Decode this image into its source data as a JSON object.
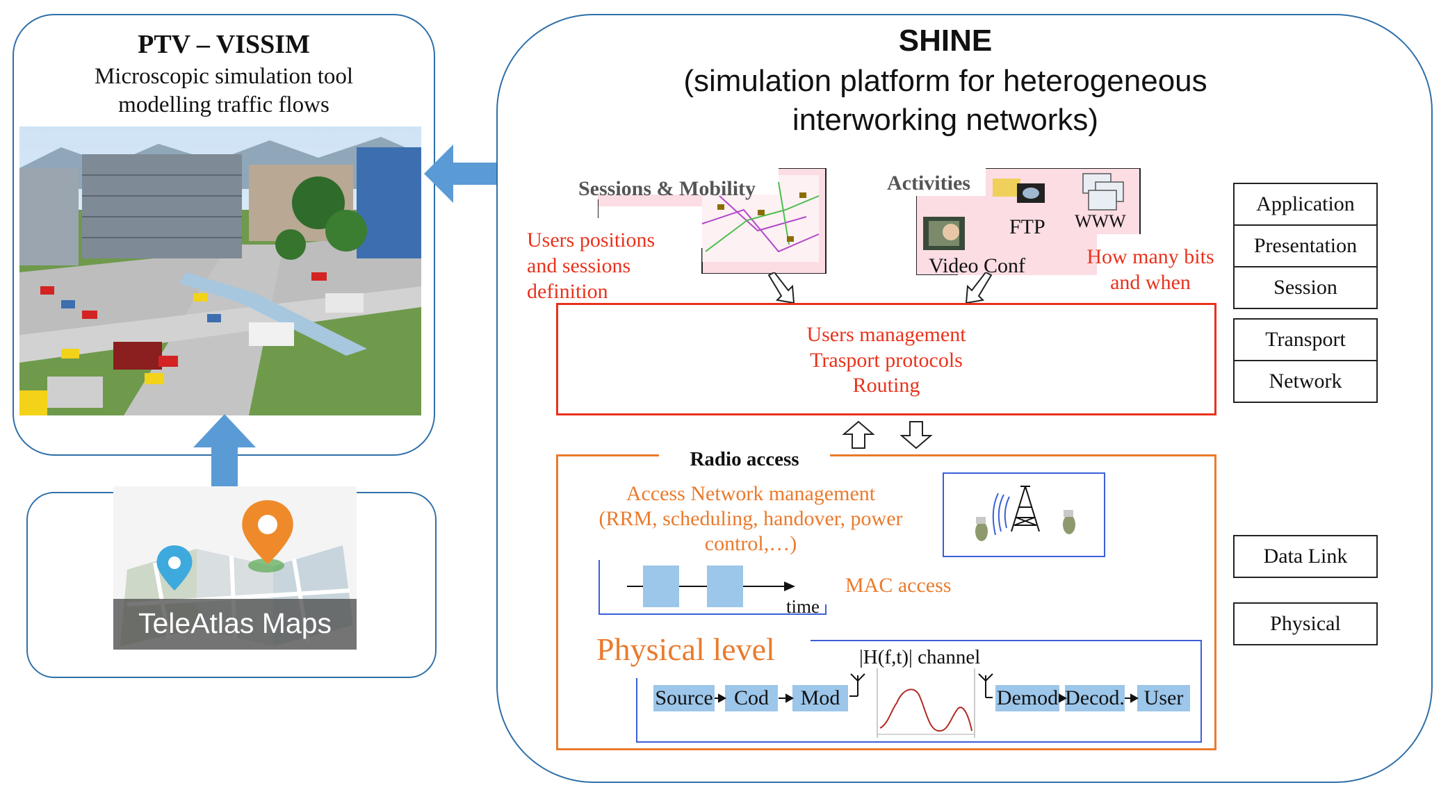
{
  "left_panel": {
    "title": "PTV – VISSIM",
    "subtitle_line1": "Microscopic  simulation tool",
    "subtitle_line2": "modelling traffic flows"
  },
  "maps": {
    "label": "TeleAtlas  Maps"
  },
  "shine": {
    "title": "SHINE",
    "subtitle_line1": "(simulation platform for heterogeneous",
    "subtitle_line2": "interworking networks)"
  },
  "sessions": {
    "label": "Sessions & Mobility",
    "note_line1": "Users positions",
    "note_line2": "and sessions",
    "note_line3": "definition"
  },
  "activities": {
    "label": "Activities",
    "ftp": "FTP",
    "www": "WWW",
    "video": "Video Conf",
    "note_line1": "How many bits",
    "note_line2": "and when"
  },
  "upper_box": {
    "line1": "Users management",
    "line2": "Trasport protocols",
    "line3": "Routing"
  },
  "radio": {
    "title": "Radio access",
    "anm_line1": "Access Network management",
    "anm_line2": "(RRM, scheduling, handover, power",
    "anm_line3": "control,…)",
    "mac_label": "MAC access",
    "time_label": "time"
  },
  "physical": {
    "title": "Physical level",
    "channel_label": "|H(f,t)|  channel",
    "chain": [
      "Source",
      "Cod",
      "Mod",
      "Demod",
      "Decod.",
      "User"
    ]
  },
  "osi_layers": {
    "application": "Application",
    "presentation": "Presentation",
    "session": "Session",
    "transport": "Transport",
    "network": "Network",
    "data_link": "Data Link",
    "physical": "Physical"
  },
  "colors": {
    "panel_border": "#2e6fa8",
    "arrow_blue": "#5b9bd5",
    "red": "#e8321c",
    "orange": "#ea7a2c",
    "light_blue": "#9cc6ea",
    "pink": "#fbdde3"
  }
}
